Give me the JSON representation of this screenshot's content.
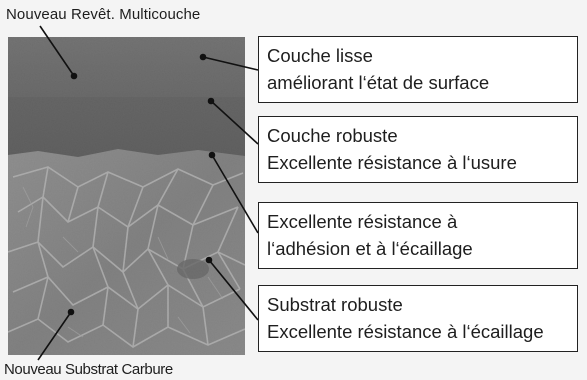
{
  "labels": {
    "top": "Nouveau Revêt. Multicouche",
    "bottom": "Nouveau Substrat Carbure"
  },
  "callouts": [
    {
      "line1": "Couche lisse",
      "line2": "améliorant l‘état de surface"
    },
    {
      "line1": "Couche robuste",
      "line2": "Excellente résistance à l‘usure"
    },
    {
      "line1": "Excellente résistance à",
      "line2": "l‘adhésion et à l‘écaillage"
    },
    {
      "line1": "Substrat robuste",
      "line2": "Excellente résistance à l‘écaillage"
    }
  ],
  "colors": {
    "coating": "#454545",
    "substrate": "#8d8d8d",
    "leader": "#111111",
    "callout_border": "#222222"
  }
}
